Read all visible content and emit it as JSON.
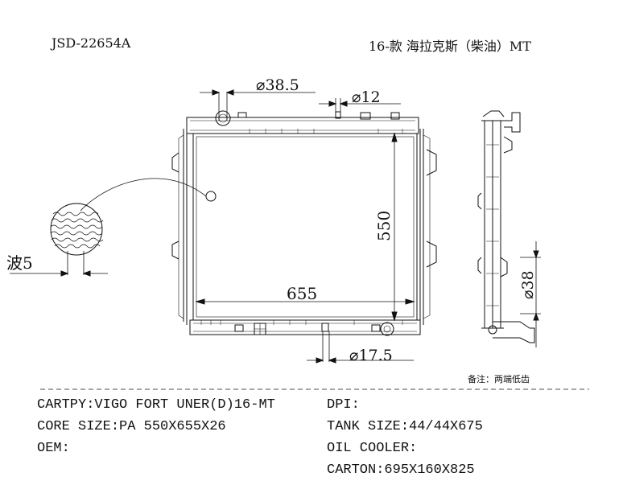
{
  "header": {
    "part_number": "JSD-22654A",
    "model": "16-款 海拉克斯（柴油）MT"
  },
  "dimensions": {
    "inlet_diameter": "⌀38.5",
    "small_port_diameter": "⌀12",
    "outlet_diameter": "⌀17.5",
    "core_height": "550",
    "core_width": "655",
    "side_port_diameter": "⌀38",
    "fin_wave": "波5"
  },
  "note": "备注：两端低齿",
  "info": {
    "left": [
      "CARTPY:VIGO FORT UNER(D)16-MT",
      "CORE SIZE:PA 550X655X26",
      "OEM:"
    ],
    "right": [
      "DPI:",
      "TANK SIZE:44/44X675",
      "OIL COOLER:",
      "CARTON:695X160X825"
    ]
  },
  "colors": {
    "line": "#111111",
    "background": "#ffffff"
  }
}
